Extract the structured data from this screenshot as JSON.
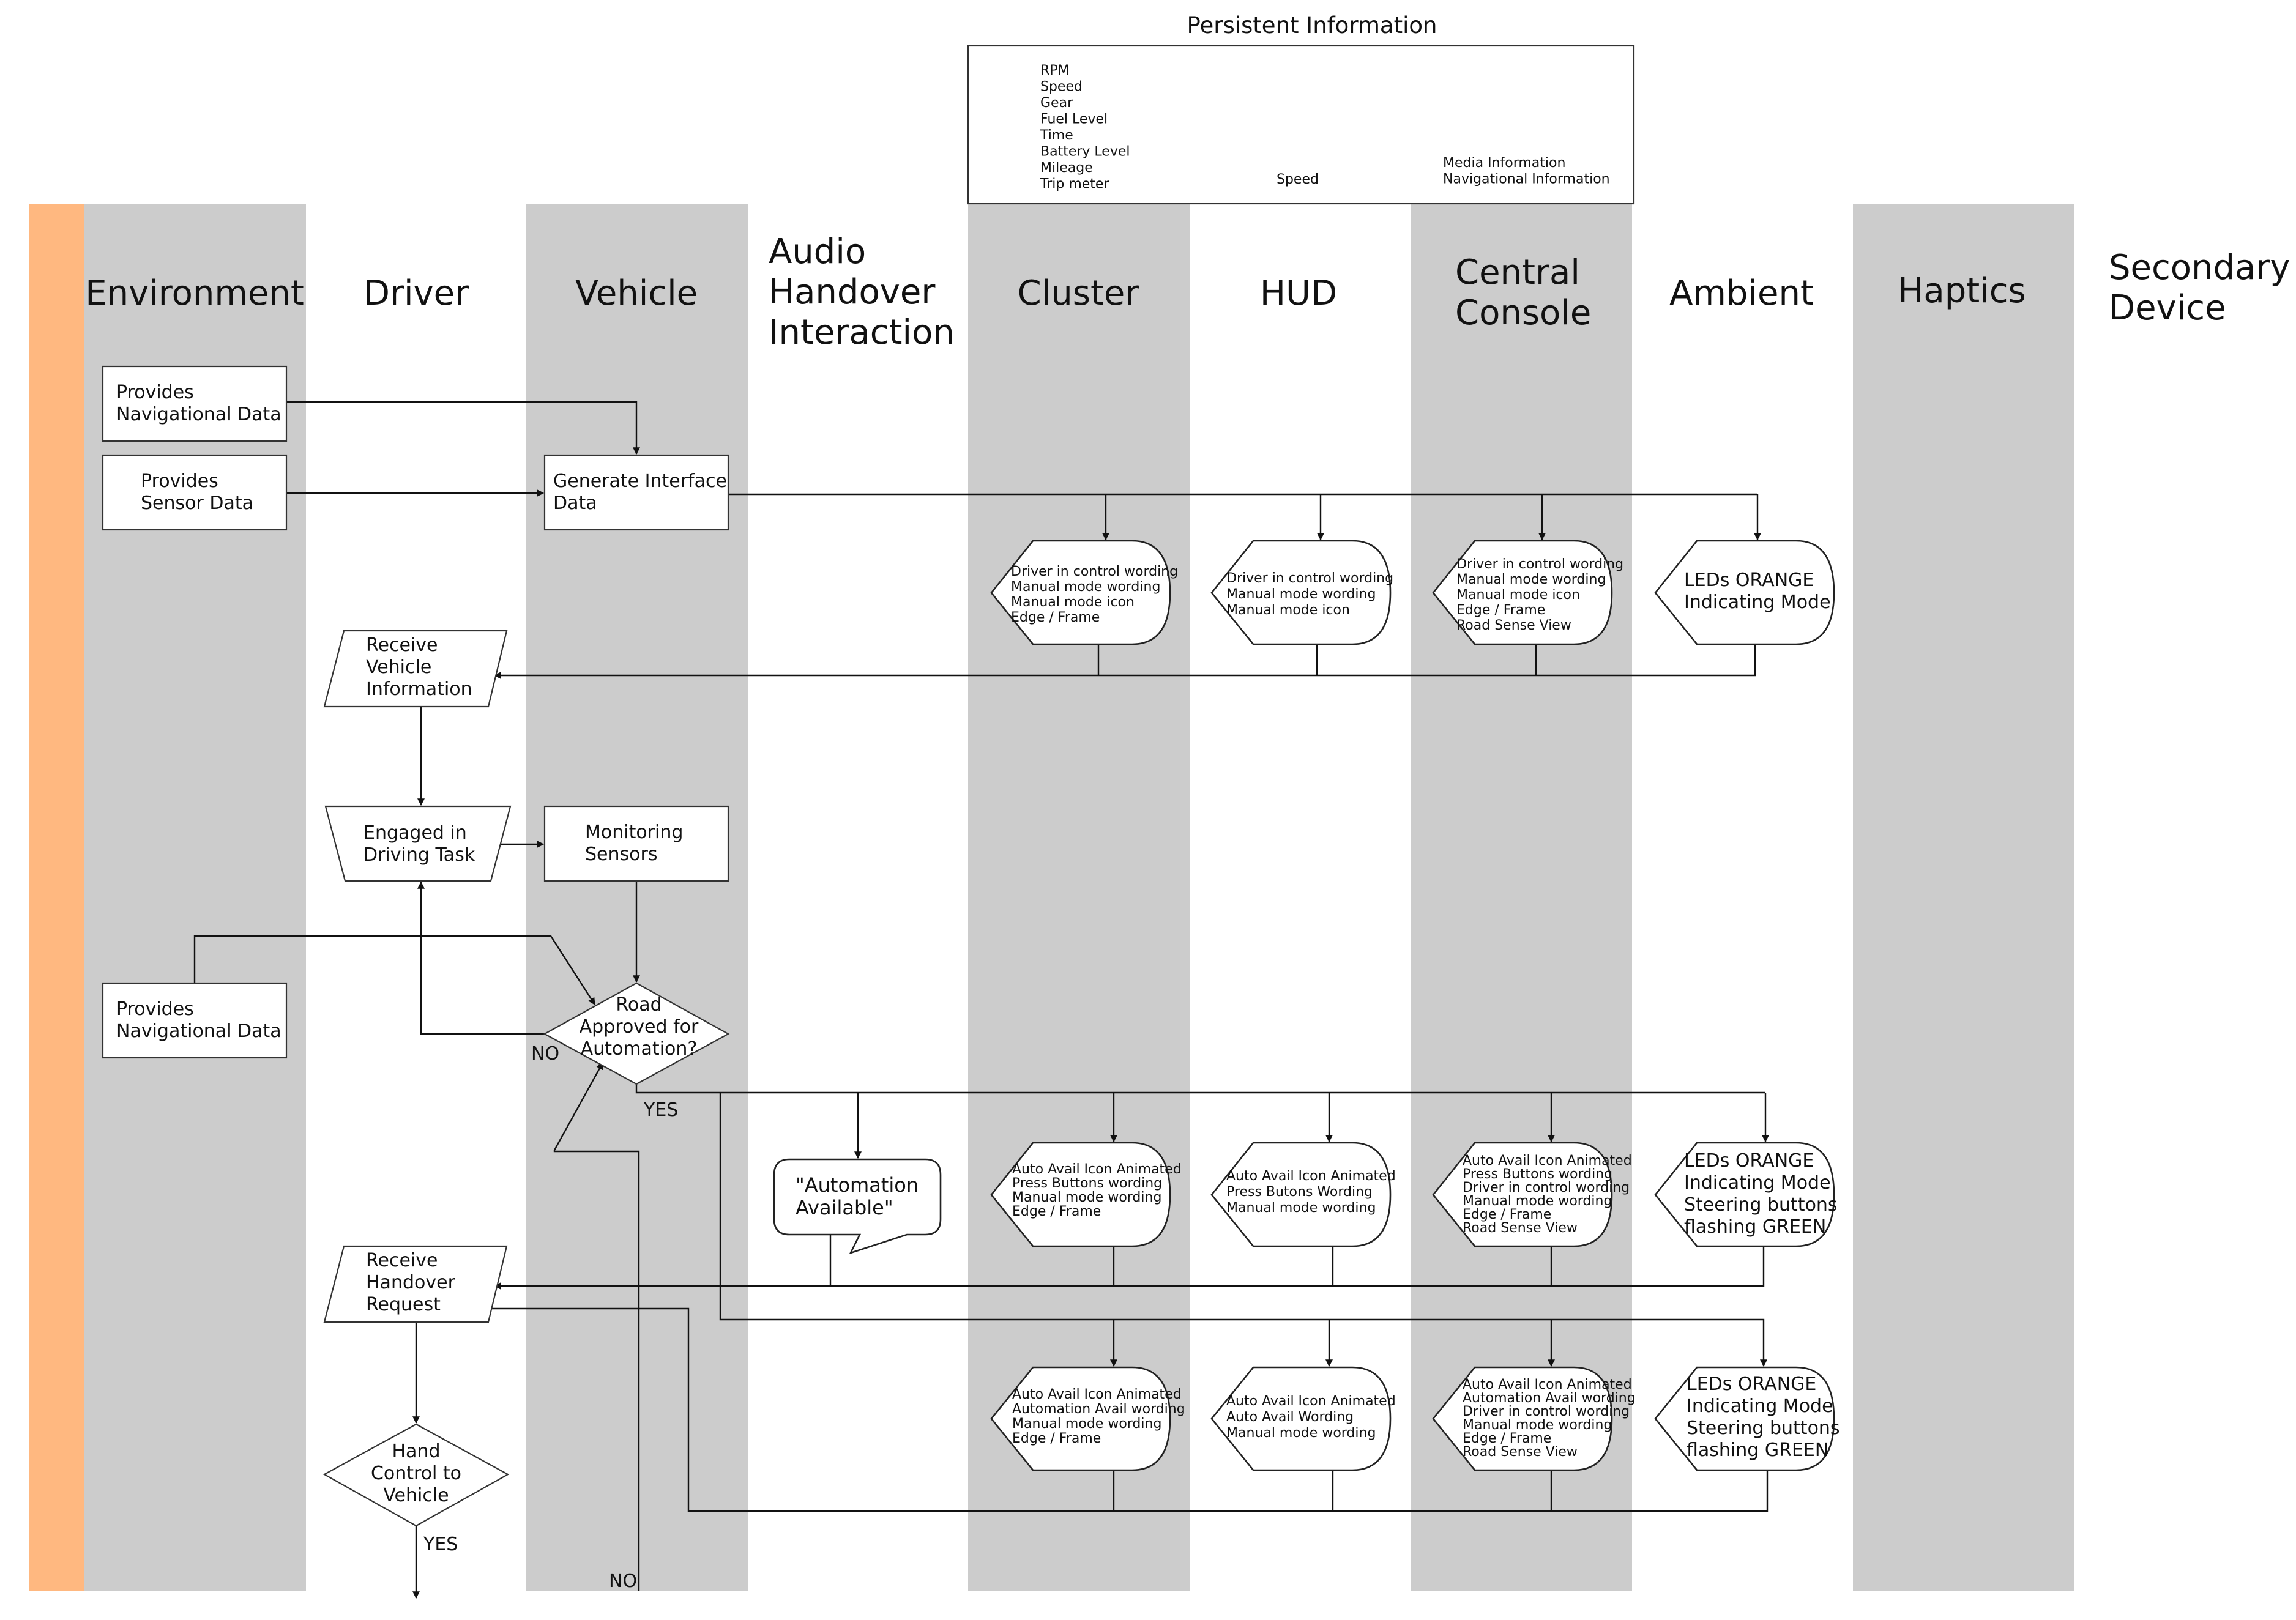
{
  "persistent": {
    "title": "Persistent Information",
    "cluster_items": [
      "RPM",
      "Speed",
      "Gear",
      "Fuel Level",
      "Time",
      "Battery Level",
      "Mileage",
      "Trip meter"
    ],
    "hud_items": [
      "Speed"
    ],
    "console_items": [
      "Media Information",
      "Navigational Information"
    ]
  },
  "lanes": [
    {
      "id": "environment",
      "lines": [
        "Environment"
      ]
    },
    {
      "id": "driver",
      "lines": [
        "Driver"
      ]
    },
    {
      "id": "vehicle",
      "lines": [
        "Vehicle"
      ]
    },
    {
      "id": "audio",
      "lines": [
        "Audio",
        "Handover",
        "Interaction"
      ]
    },
    {
      "id": "cluster",
      "lines": [
        "Cluster"
      ]
    },
    {
      "id": "hud",
      "lines": [
        "HUD"
      ]
    },
    {
      "id": "console",
      "lines": [
        "Central",
        "Console"
      ]
    },
    {
      "id": "ambient",
      "lines": [
        "Ambient"
      ]
    },
    {
      "id": "haptics",
      "lines": [
        "Haptics"
      ]
    },
    {
      "id": "secondary",
      "lines": [
        "Secondary",
        "Device"
      ]
    }
  ],
  "nodes": {
    "env_nav_1": [
      "Provides",
      "Navigational Data"
    ],
    "env_sensor": [
      "Provides",
      "Sensor Data"
    ],
    "env_nav_2": [
      "Provides",
      "Navigational Data"
    ],
    "generate": [
      "Generate Interface",
      "Data"
    ],
    "monitoring": [
      "Monitoring",
      "Sensors"
    ],
    "road_q": [
      "Road",
      "Approved for",
      "Automation?"
    ],
    "receive_info": [
      "Receive",
      "Vehicle",
      "Information"
    ],
    "engaged": [
      "Engaged in",
      "Driving Task"
    ],
    "receive_handover": [
      "Receive",
      "Handover",
      "Request"
    ],
    "hand_control": [
      "Hand",
      "Control to",
      "Vehicle"
    ],
    "audio_bubble": [
      "\"Automation",
      "Available\""
    ],
    "r1_cluster": [
      "Driver in control wording",
      "Manual mode wording",
      "Manual mode icon",
      "Edge / Frame"
    ],
    "r1_hud": [
      "Driver in control wording",
      "Manual mode wording",
      "Manual mode icon"
    ],
    "r1_console": [
      "Driver in control wording",
      "Manual mode wording",
      "Manual mode icon",
      "Edge / Frame",
      "Road Sense View"
    ],
    "r1_ambient": [
      "LEDs ORANGE",
      "Indicating Mode"
    ],
    "r2_cluster": [
      "Auto Avail Icon Animated",
      "Press Buttons wording",
      "Manual mode wording",
      "Edge / Frame"
    ],
    "r2_hud": [
      "Auto Avail Icon Animated",
      "Press Butons Wording",
      "Manual mode wording"
    ],
    "r2_console": [
      "Auto Avail Icon Animated",
      "Press Buttons wording",
      "Driver in control wording",
      "Manual mode wording",
      "Edge / Frame",
      "Road Sense View"
    ],
    "r2_ambient": [
      "LEDs ORANGE",
      "Indicating Mode",
      "Steering buttons",
      "flashing GREEN"
    ],
    "r3_cluster": [
      "Auto Avail Icon Animated",
      "Automation Avail wording",
      "Manual mode wording",
      "Edge / Frame"
    ],
    "r3_hud": [
      "Auto Avail Icon Animated",
      "Auto Avail Wording",
      "Manual mode wording"
    ],
    "r3_console": [
      "Auto Avail Icon Animated",
      "Automation Avail wording",
      "Driver in control wording",
      "Manual mode wording",
      "Edge / Frame",
      "Road Sense View"
    ],
    "r3_ambient": [
      "LEDs ORANGE",
      "Indicating Mode",
      "Steering buttons",
      "flashing GREEN"
    ]
  },
  "edge_labels": {
    "road_no": "NO",
    "road_yes": "YES",
    "hand_yes": "YES",
    "bottom_no": "NO"
  },
  "colors": {
    "lane_shade": "#cccccc",
    "accent_bar": "#ffb880"
  }
}
